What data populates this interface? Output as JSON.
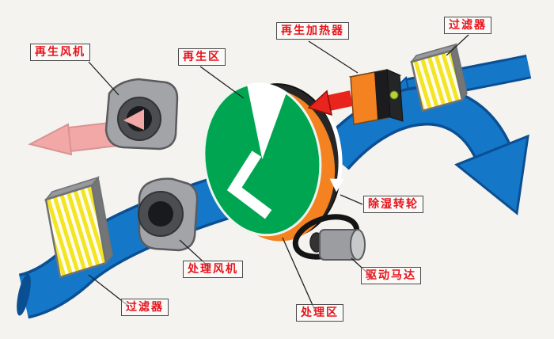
{
  "diagram": {
    "labels": {
      "regen_fan": "再生风机",
      "regen_zone": "再生区",
      "regen_heater": "再生加热器",
      "filter_top": "过滤器",
      "dehumid_wheel": "除湿转轮",
      "process_fan": "处理风机",
      "filter_bottom": "过滤器",
      "process_zone": "处理区",
      "drive_motor": "驱动马达"
    }
  },
  "colors": {
    "process_air": "#1577c8",
    "process_air_dark": "#0b4f93",
    "exhaust_air": "#f2a8a6",
    "exhaust_air_dark": "#d89493",
    "hot_air": "#e8241c",
    "wheel_face": "#00a551",
    "wheel_rim": "#262626",
    "regen_sector": "#f58220",
    "heater_body": "#f58220",
    "filter_pleat": "#f3e424",
    "machine_gray": "#a2a4a7",
    "label_text": "#e8131b",
    "background": "#f4f3ef"
  }
}
